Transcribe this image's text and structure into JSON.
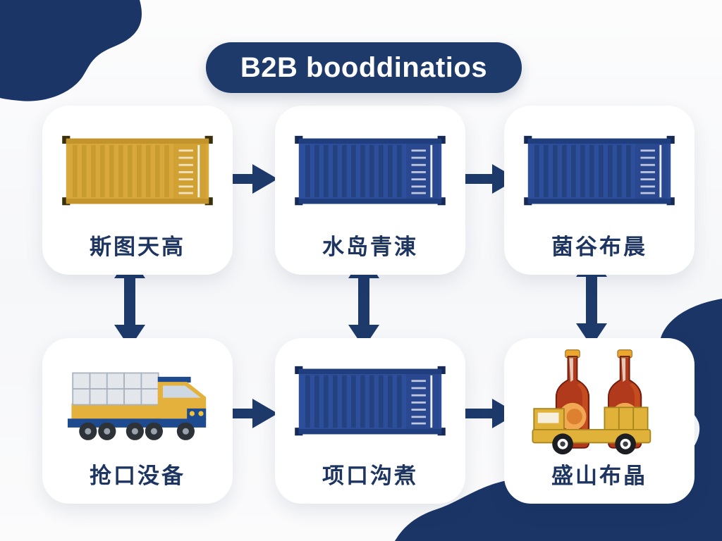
{
  "title": {
    "label": "B2B booddinatios"
  },
  "colors": {
    "navy": "#1d3a6b",
    "blob": "#1a3566",
    "card_bg": "#ffffff",
    "label_text": "#1d3560",
    "container_yellow": "#d9a83c",
    "container_blue": "#2c4e9b",
    "truck_yellow": "#e4b13c",
    "truck_navy": "#1e4a8f",
    "bottle_amber": "#b23a1c",
    "bottle_cap": "#eaa92c"
  },
  "cards": [
    {
      "label": "斯图天高",
      "icon": "yellow-container-icon"
    },
    {
      "label": "水岛青涷",
      "icon": "blue-container-icon"
    },
    {
      "label": "菌谷布晨",
      "icon": "blue-container-icon"
    },
    {
      "label": "抢口没备",
      "icon": "cargo-truck-icon"
    },
    {
      "label": "项口沟煮",
      "icon": "blue-container-icon"
    },
    {
      "label": "盛山布晶",
      "icon": "beer-bottles-truck-icon"
    }
  ],
  "arrows": {
    "horizontal_count": 4,
    "vertical_count": 3,
    "direction_horizontal": "right",
    "direction_vertical": "both"
  }
}
